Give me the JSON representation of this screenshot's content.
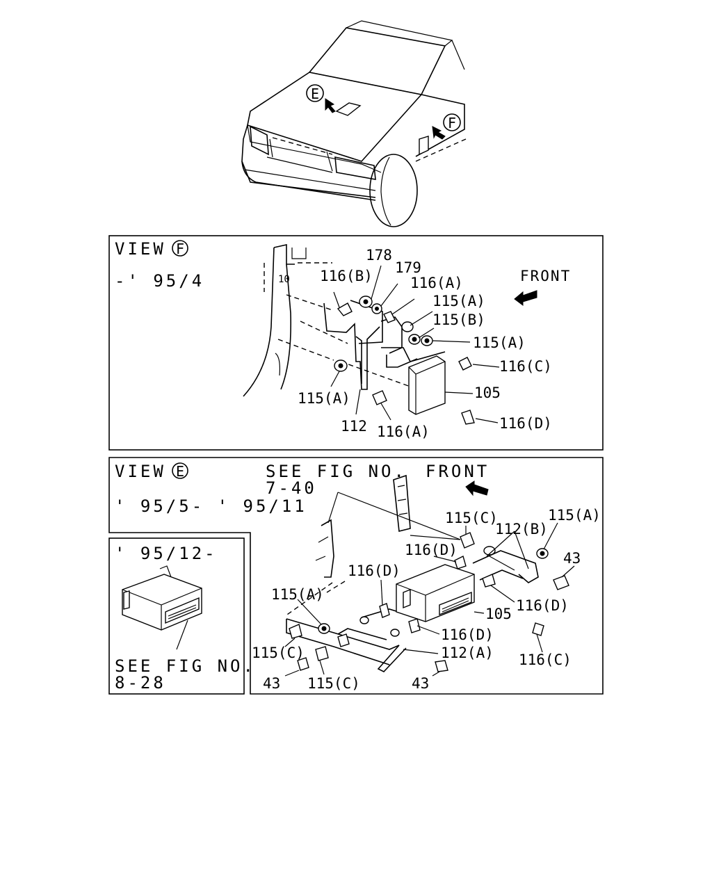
{
  "overview": {
    "view_e_marker": "E",
    "view_f_marker": "F"
  },
  "panel_f": {
    "title": "VIEW",
    "marker": "F",
    "period": "-' 95/4",
    "front_label": "FRONT",
    "callouts": [
      "178",
      "179",
      "116(B)",
      "116(A)",
      "115(A)",
      "115(B)",
      "115(A)",
      "116(C)",
      "105",
      "115(A)",
      "112",
      "116(A)",
      "116(D)"
    ]
  },
  "panel_e": {
    "title": "VIEW",
    "marker": "E",
    "see_fig": "SEE FIG NO.",
    "see_fig_no": "7-40",
    "front_label": "FRONT",
    "period": "' 95/5- ' 95/11",
    "callouts": [
      "115(C)",
      "112(B)",
      "115(A)",
      "116(D)",
      "43",
      "116(D)",
      "115(A)",
      "105",
      "116(D)",
      "116(D)",
      "116(C)",
      "115(C)",
      "112(A)",
      "43",
      "115(C)",
      "43"
    ]
  },
  "panel_inset": {
    "period": "' 95/12-",
    "see_fig": "SEE FIG NO.",
    "see_fig_no": "8-28"
  }
}
